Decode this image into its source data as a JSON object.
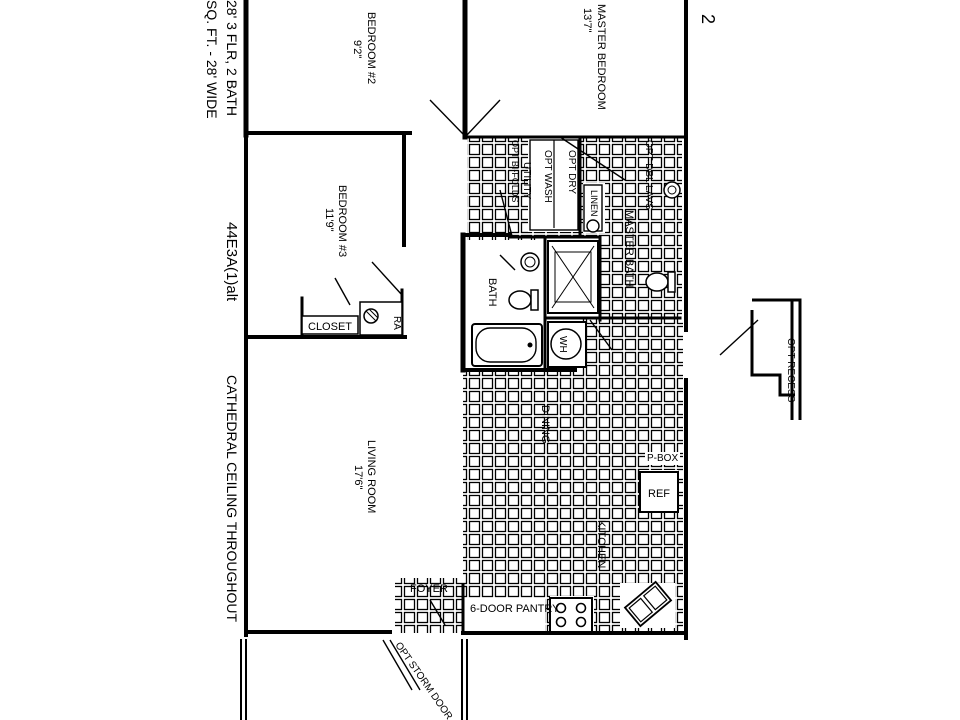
{
  "margin_text": {
    "line1": "28' 3 FLR, 2 BATH",
    "line2": "SQ. FT. - 28' WIDE",
    "model": "44E3A(1)alt",
    "ceiling": "CATHEDRAL CEILING THROUGHOUT",
    "page_number": "2"
  },
  "rooms": {
    "bedroom2": {
      "name": "BEDROOM #2",
      "dim": "9'2\""
    },
    "master_bedroom": {
      "name": "MASTER BEDROOM",
      "dim": "13'7\""
    },
    "bedroom3": {
      "name": "BEDROOM #3",
      "dim": "11'9\""
    },
    "living_room": {
      "name": "LIVING ROOM",
      "dim": "17'6\""
    },
    "master_bath": {
      "name": "MASTER BATH"
    },
    "bath": {
      "name": "BATH"
    },
    "dining": {
      "name": "DINING"
    },
    "kitchen": {
      "name": "KITCHEN"
    },
    "foyer": {
      "name": "FOYER"
    }
  },
  "fixtures": {
    "closet": "CLOSET",
    "ra": "RA",
    "linen": "LINEN",
    "opt_wash": "OPT WASH",
    "opt_dry": "OPT DRY",
    "utility": "UTILITY",
    "opt_bifolds": "OPT BI-FOLDS",
    "opt_dbl_lavs": "OPT DBL LAVS",
    "wh": "WH",
    "pbox": "P-BOX",
    "ref": "REF",
    "pantry": "6-DOOR PANTRY",
    "opt_recess": "OPT RECESS",
    "storm_door": "OPT STORM DOOR"
  }
}
